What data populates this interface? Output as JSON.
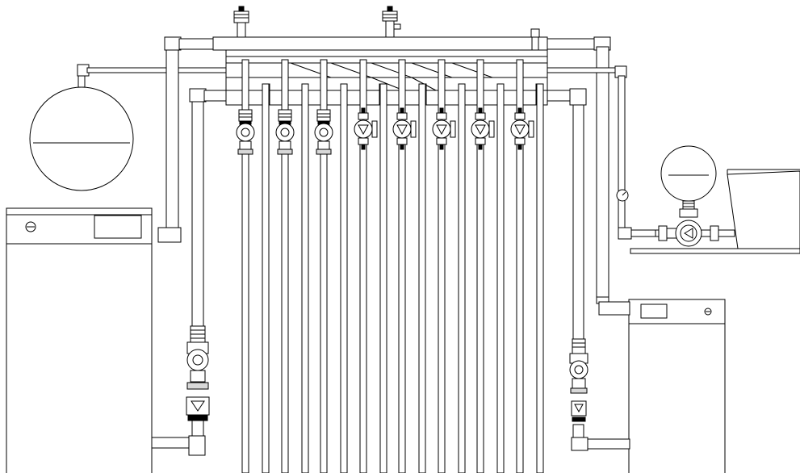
{
  "diagram": {
    "type": "hydronic-heating-schematic",
    "colors": {
      "stroke": "#000000",
      "background": "#ffffff",
      "shade": "#d8d8d8"
    },
    "components": [
      {
        "id": "boiler-left",
        "kind": "boiler",
        "icon": "power-icon"
      },
      {
        "id": "boiler-right",
        "kind": "boiler",
        "icon": "power-icon"
      },
      {
        "id": "expansion-tank-left",
        "kind": "expansion-tank"
      },
      {
        "id": "expansion-tank-right",
        "kind": "expansion-tank"
      },
      {
        "id": "manifold",
        "kind": "hydraulic-manifold"
      },
      {
        "id": "air-vent-1",
        "kind": "automatic-air-vent"
      },
      {
        "id": "air-vent-2",
        "kind": "automatic-air-vent"
      },
      {
        "id": "pressure-gauge",
        "kind": "gauge"
      },
      {
        "id": "makeup-pump",
        "kind": "circulation-pump"
      },
      {
        "id": "feed-tank",
        "kind": "open-tank"
      },
      {
        "id": "boiler-pump-left",
        "kind": "circulation-pump"
      },
      {
        "id": "boiler-pump-right",
        "kind": "circulation-pump"
      }
    ],
    "circuits": [
      {
        "id": 1,
        "pump": "wet-rotor-pump"
      },
      {
        "id": 2,
        "pump": "wet-rotor-pump"
      },
      {
        "id": 3,
        "pump": "wet-rotor-pump"
      },
      {
        "id": 4,
        "pump": "check-valve-pump"
      },
      {
        "id": 5,
        "pump": "check-valve-pump"
      },
      {
        "id": 6,
        "pump": "check-valve-pump"
      },
      {
        "id": 7,
        "pump": "check-valve-pump"
      },
      {
        "id": 8,
        "pump": "check-valve-pump"
      }
    ]
  }
}
